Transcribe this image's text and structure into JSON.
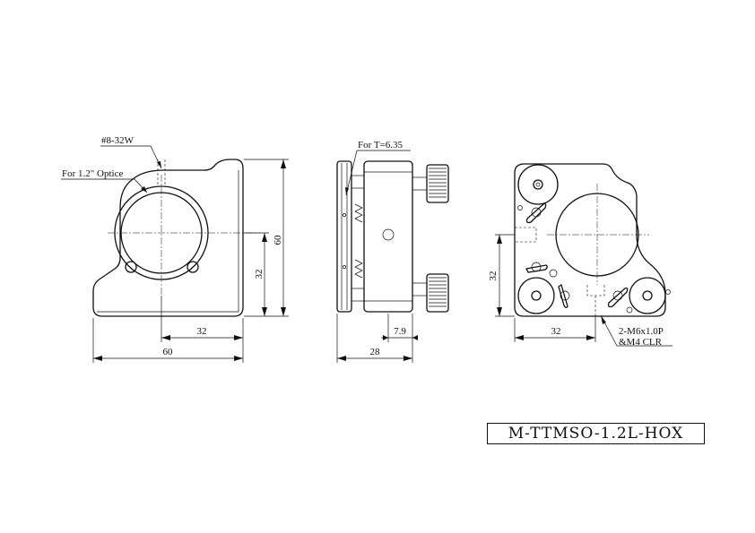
{
  "front_view": {
    "callout_thread": "#8-32W",
    "callout_optic": "For 1.2\" Optice",
    "dim_height_total": "60",
    "dim_height_center": "32",
    "dim_width_center": "32",
    "dim_width_total": "60"
  },
  "side_view": {
    "callout_thickness": "For T=6.35",
    "dim_knob_offset": "7.9",
    "dim_depth": "28"
  },
  "back_view": {
    "dim_height_center": "32",
    "dim_width_center": "32",
    "callout_mount_line1": "2-M6x1.0P",
    "callout_mount_line2": "&M4 CLR"
  },
  "title_block": {
    "part_number": "M-TTMSO-1.2L-HOX"
  }
}
